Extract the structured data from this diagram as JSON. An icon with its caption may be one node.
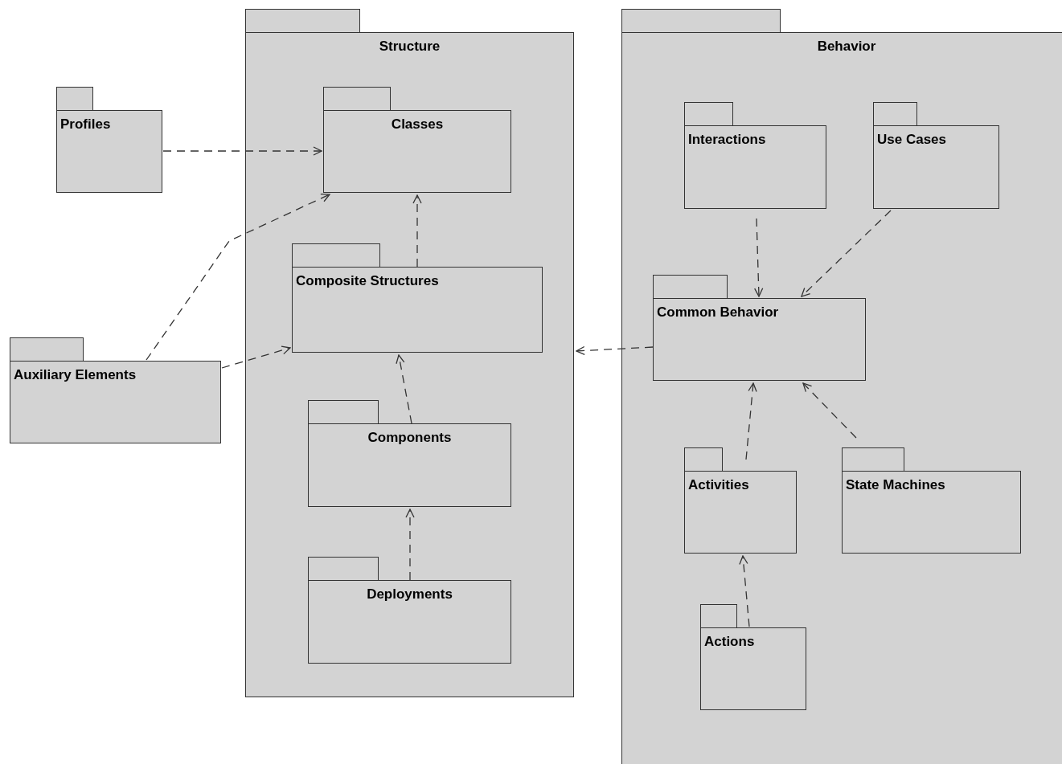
{
  "diagram": {
    "nodes": [
      {
        "text": [
          "Structure"
        ]
      },
      {
        "text": [
          "Behavior"
        ]
      },
      {
        "text": [
          "Profiles"
        ]
      },
      {
        "text": [
          "Classes"
        ],
        "in": 0
      },
      {
        "text": [
          "Composite Structures"
        ],
        "in": 0
      },
      {
        "text": [
          "Components"
        ],
        "in": 0
      },
      {
        "text": [
          "Deployments"
        ],
        "in": 0
      },
      {
        "text": [
          "Auxiliary Elements"
        ]
      },
      {
        "text": [
          "Interactions"
        ],
        "in": 1
      },
      {
        "text": [
          "Use Cases"
        ],
        "in": 1
      },
      {
        "text": [
          "Common Behavior"
        ],
        "in": 1
      },
      {
        "text": [
          "Activities"
        ],
        "in": 1
      },
      {
        "text": [
          "State Machines"
        ],
        "in": 1
      },
      {
        "text": [
          "Actions"
        ],
        "in": 1
      }
    ],
    "edges": [
      {
        "from": 2,
        "to": 3,
        "arrow": "to",
        "style": "dashed"
      },
      {
        "from": 7,
        "to": 3,
        "arrow": "to",
        "style": "dashed"
      },
      {
        "from": 7,
        "to": 4,
        "arrow": "to",
        "style": "dashed"
      },
      {
        "from": 4,
        "to": 3,
        "arrow": "to",
        "style": "dashed"
      },
      {
        "from": 5,
        "to": 4,
        "arrow": "to",
        "style": "dashed"
      },
      {
        "from": 6,
        "to": 5,
        "arrow": "to",
        "style": "dashed"
      },
      {
        "from": 8,
        "to": 10,
        "arrow": "to",
        "style": "dashed"
      },
      {
        "from": 9,
        "to": 10,
        "arrow": "to",
        "style": "dashed"
      },
      {
        "from": 10,
        "to": 0,
        "arrow": "to",
        "style": "dashed"
      },
      {
        "from": 11,
        "to": 10,
        "arrow": "to",
        "style": "dashed"
      },
      {
        "from": 12,
        "to": 10,
        "arrow": "to",
        "style": "dashed"
      },
      {
        "from": 13,
        "to": 11,
        "arrow": "to",
        "style": "dashed"
      }
    ]
  }
}
